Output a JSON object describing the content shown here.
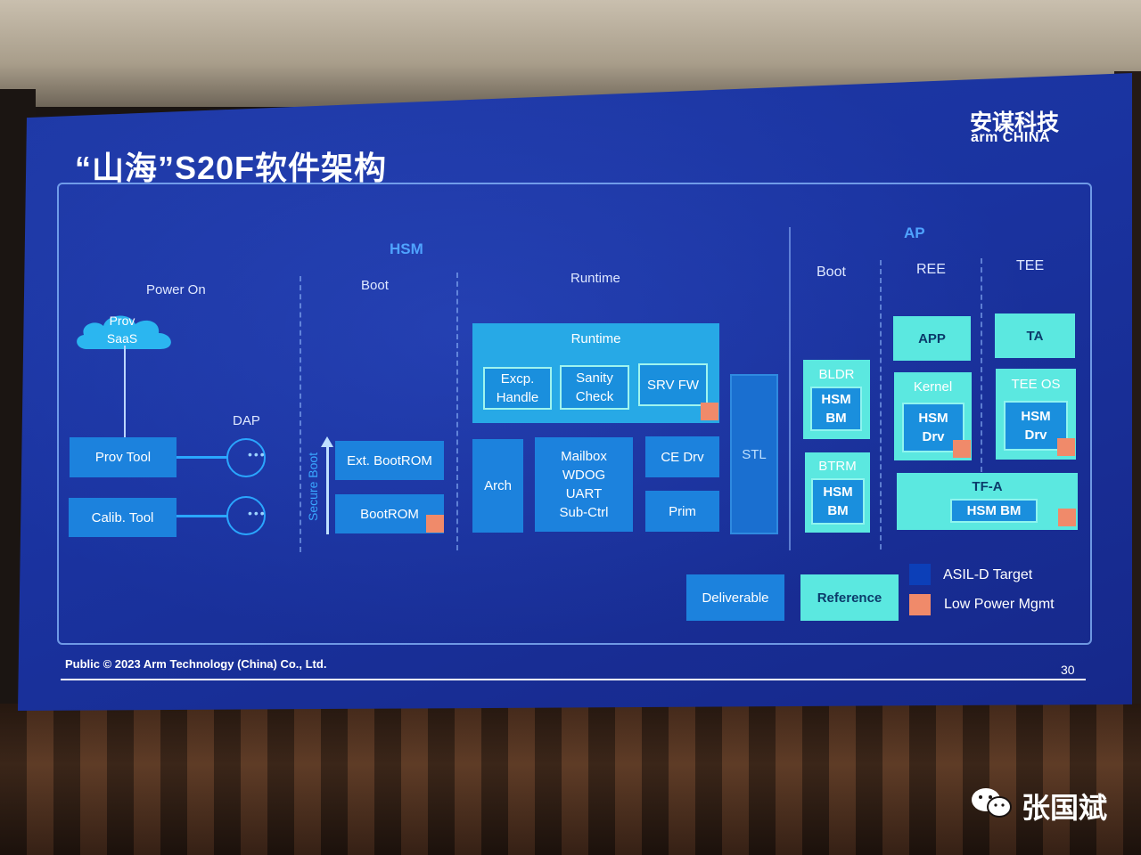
{
  "slide": {
    "title": "“山海”S20F软件架构",
    "logo_cn": "安谋科技",
    "logo_en": "arm CHINA",
    "footer": "Public © 2023 Arm Technology (China) Co., Ltd.",
    "page_number": "30"
  },
  "hsm": {
    "label": "HSM",
    "power_on": {
      "header": "Power On",
      "cloud": "Prov\nSaaS",
      "dap": "DAP",
      "prov_tool": "Prov Tool",
      "calib_tool": "Calib. Tool"
    },
    "boot": {
      "header": "Boot",
      "secure_boot": "Secure Boot",
      "ext_bootrom": "Ext. BootROM",
      "bootrom": "BootROM"
    },
    "runtime": {
      "header": "Runtime",
      "container_label": "Runtime",
      "excp_handle": "Excp.\nHandle",
      "sanity_check": "Sanity\nCheck",
      "srv_fw": "SRV FW",
      "arch": "Arch",
      "mailbox": "Mailbox\nWDOG\nUART\nSub-Ctrl",
      "ce_drv": "CE Drv",
      "prim": "Prim",
      "stl": "STL"
    }
  },
  "ap": {
    "label": "AP",
    "boot": {
      "header": "Boot",
      "bldr": "BLDR",
      "bldr_inner": "HSM\nBM",
      "btrm": "BTRM",
      "btrm_inner": "HSM\nBM"
    },
    "ree": {
      "header": "REE",
      "app": "APP",
      "kernel": "Kernel",
      "kernel_inner": "HSM\nDrv"
    },
    "tee": {
      "header": "TEE",
      "ta": "TA",
      "tee_os": "TEE OS",
      "tee_os_inner": "HSM\nDrv"
    },
    "tfa": "TF-A",
    "tfa_inner": "HSM BM"
  },
  "legend": {
    "deliverable": "Deliverable",
    "reference": "Reference",
    "asil_d": "ASIL-D Target",
    "low_power": "Low Power Mgmt",
    "asil_color": "#0c3fb8",
    "low_power_color": "#f08a6a"
  },
  "watermark": {
    "name": "张国斌"
  }
}
